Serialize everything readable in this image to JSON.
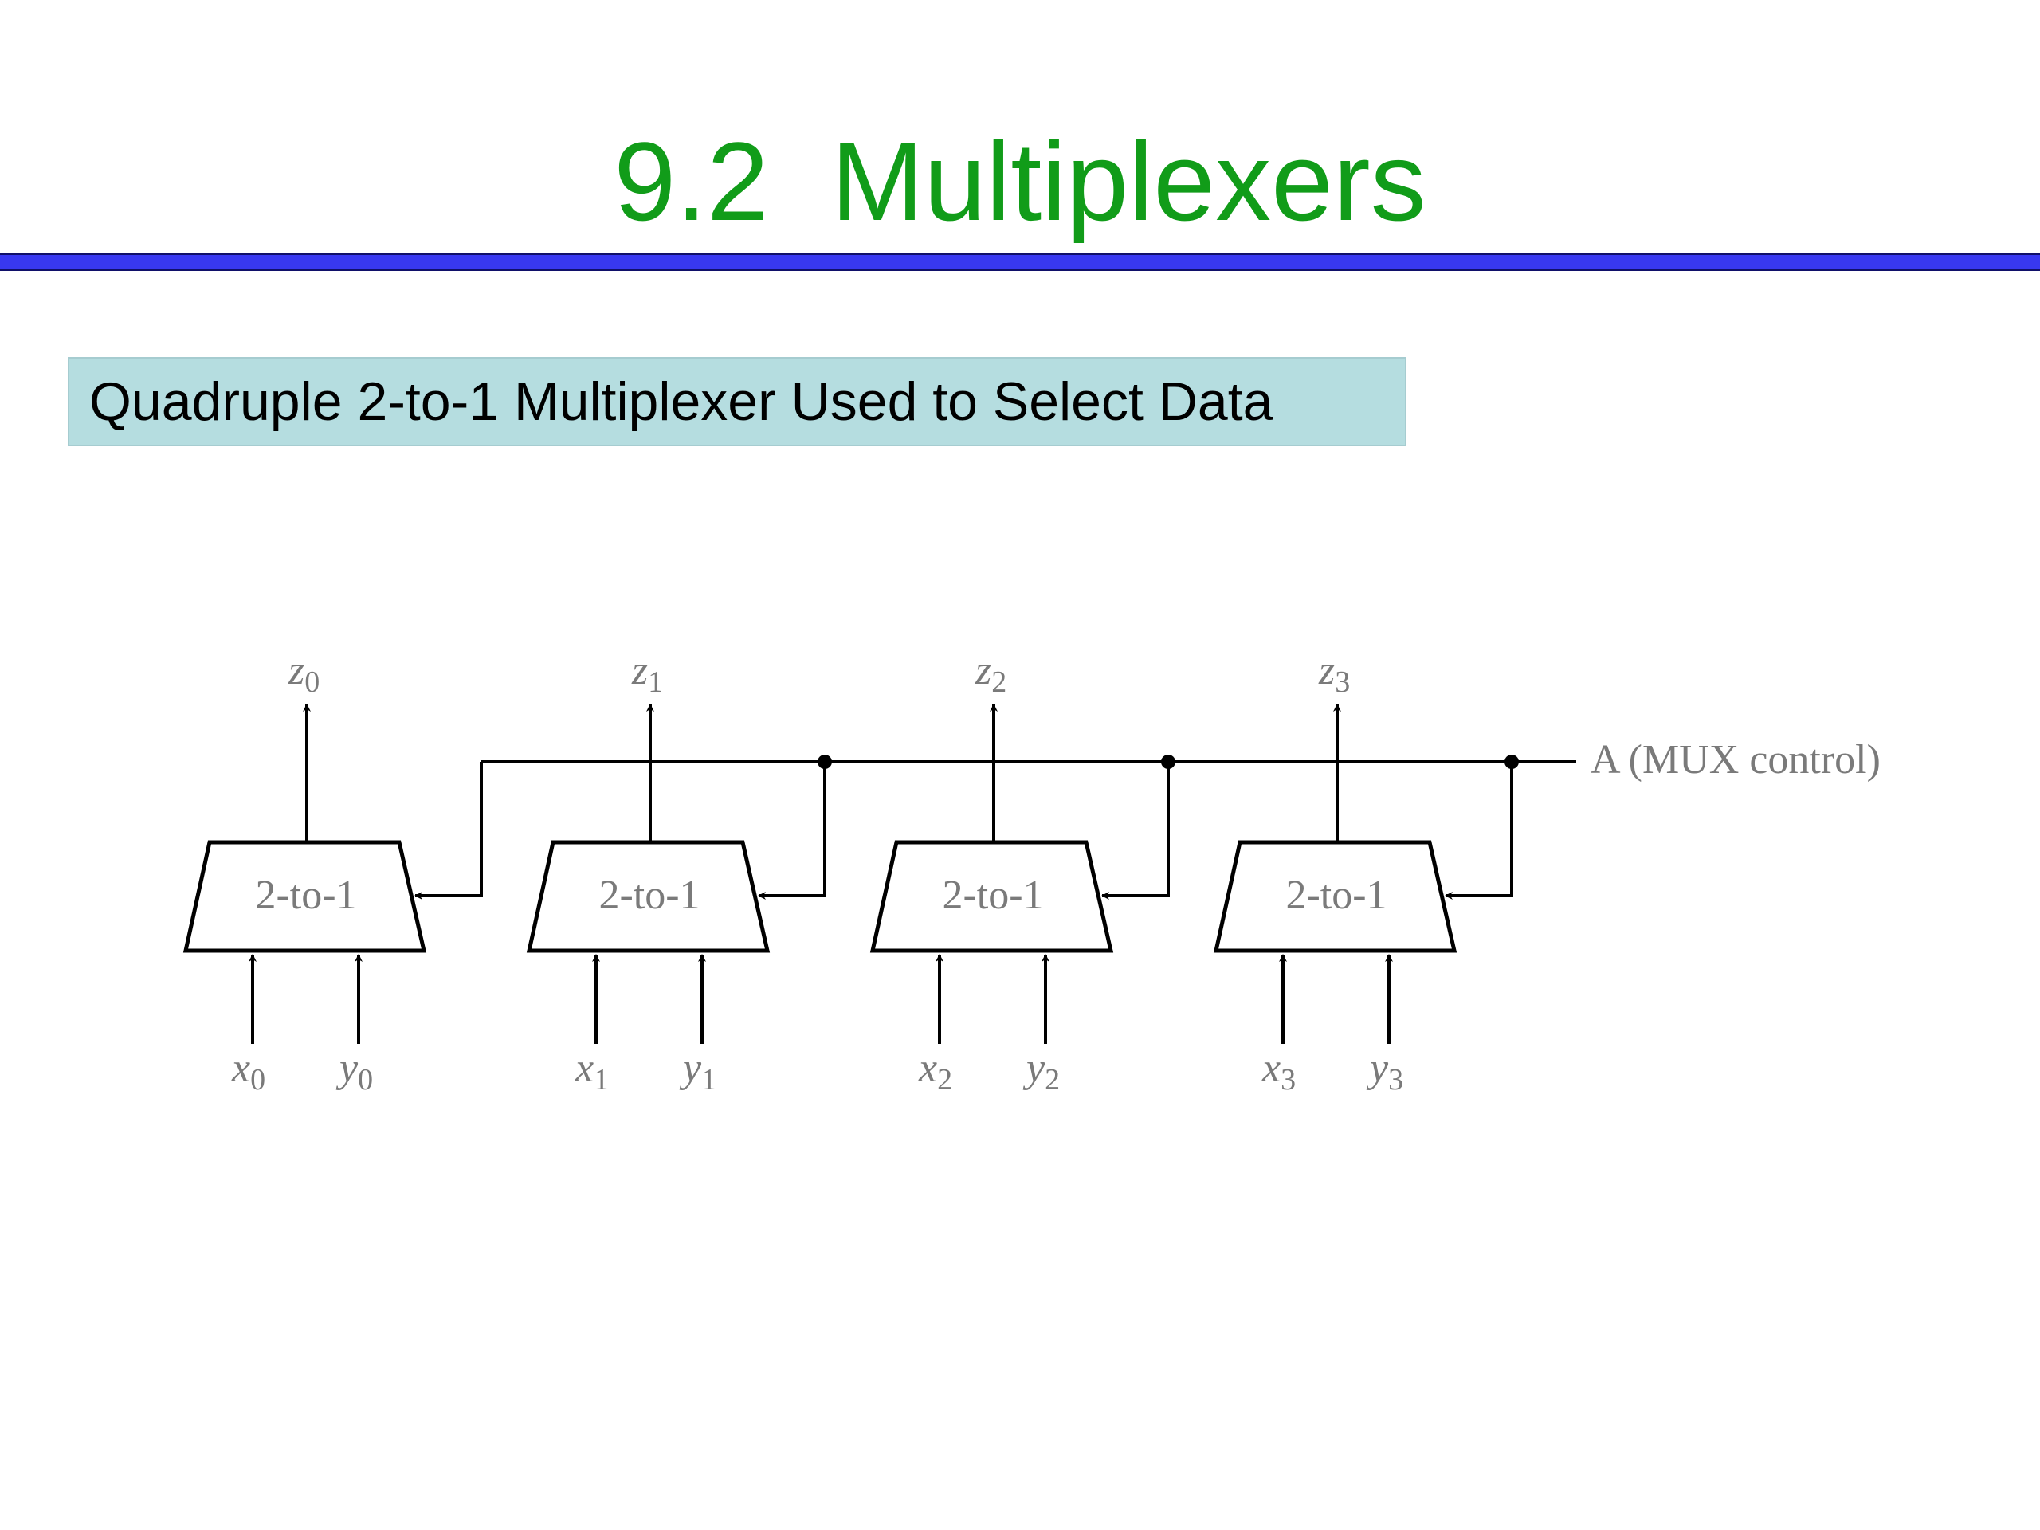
{
  "slide": {
    "section_number": "9.2",
    "title": "Multiplexers",
    "caption": "Quadruple 2-to-1 Multiplexer Used to Select Data",
    "title_color": "#119c19",
    "rule_color": "#3838f0",
    "caption_bg": "#b5dde0"
  },
  "diagram": {
    "control_label": "A (MUX control)",
    "muxes": [
      {
        "label": "2-to-1",
        "output": "z",
        "output_sub": "0",
        "in_x": "x",
        "in_x_sub": "0",
        "in_y": "y",
        "in_y_sub": "0"
      },
      {
        "label": "2-to-1",
        "output": "z",
        "output_sub": "1",
        "in_x": "x",
        "in_x_sub": "1",
        "in_y": "y",
        "in_y_sub": "1"
      },
      {
        "label": "2-to-1",
        "output": "z",
        "output_sub": "2",
        "in_x": "x",
        "in_x_sub": "2",
        "in_y": "y",
        "in_y_sub": "2"
      },
      {
        "label": "2-to-1",
        "output": "z",
        "output_sub": "3",
        "in_x": "x",
        "in_x_sub": "3",
        "in_y": "y",
        "in_y_sub": "3"
      }
    ]
  }
}
